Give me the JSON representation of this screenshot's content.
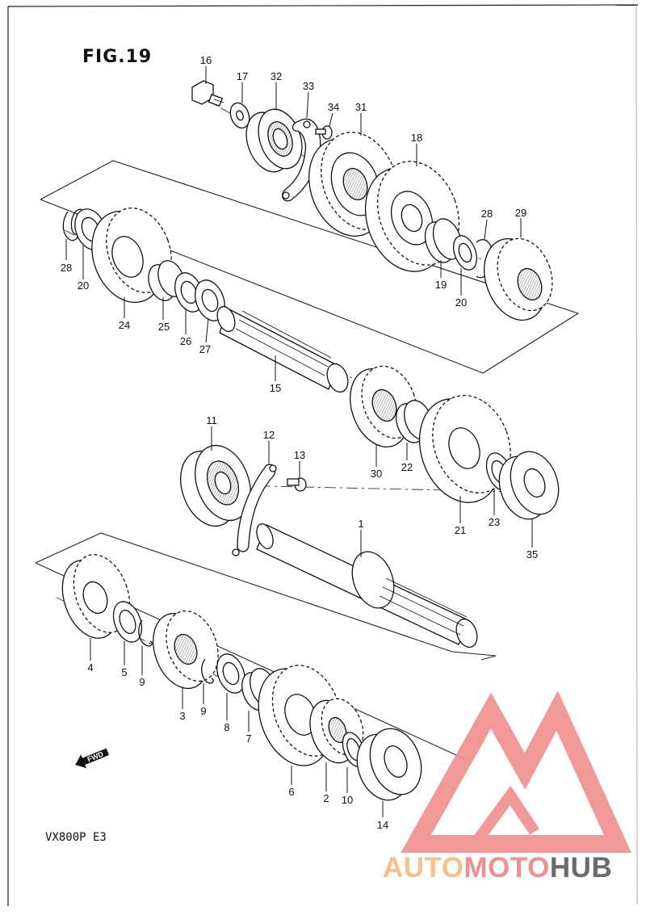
{
  "figure": {
    "title": "FIG.19",
    "model_code": "VX800P  E3",
    "fwd_label": "FWD"
  },
  "watermark": {
    "part1": "AUTO",
    "part2": "MOTO",
    "part3": "HUB",
    "colors": {
      "light": "#f5c08a",
      "red": "#f08f8f",
      "gray": "#6b6b6b"
    }
  },
  "callouts": [
    {
      "id": "c16",
      "text": "16"
    },
    {
      "id": "c17",
      "text": "17"
    },
    {
      "id": "c32",
      "text": "32"
    },
    {
      "id": "c33",
      "text": "33"
    },
    {
      "id": "c34",
      "text": "34"
    },
    {
      "id": "c31",
      "text": "31"
    },
    {
      "id": "c18",
      "text": "18"
    },
    {
      "id": "c28a",
      "text": "28"
    },
    {
      "id": "c29",
      "text": "29"
    },
    {
      "id": "c28b",
      "text": "28"
    },
    {
      "id": "c20a",
      "text": "20"
    },
    {
      "id": "c19",
      "text": "19"
    },
    {
      "id": "c20b",
      "text": "20"
    },
    {
      "id": "c24",
      "text": "24"
    },
    {
      "id": "c25",
      "text": "25"
    },
    {
      "id": "c26",
      "text": "26"
    },
    {
      "id": "c27",
      "text": "27"
    },
    {
      "id": "c15",
      "text": "15"
    },
    {
      "id": "c11",
      "text": "11"
    },
    {
      "id": "c12",
      "text": "12"
    },
    {
      "id": "c13",
      "text": "13"
    },
    {
      "id": "c30",
      "text": "30"
    },
    {
      "id": "c22",
      "text": "22"
    },
    {
      "id": "c21",
      "text": "21"
    },
    {
      "id": "c23",
      "text": "23"
    },
    {
      "id": "c35",
      "text": "35"
    },
    {
      "id": "c1",
      "text": "1"
    },
    {
      "id": "c4",
      "text": "4"
    },
    {
      "id": "c5",
      "text": "5"
    },
    {
      "id": "c9a",
      "text": "9"
    },
    {
      "id": "c3",
      "text": "3"
    },
    {
      "id": "c9b",
      "text": "9"
    },
    {
      "id": "c8",
      "text": "8"
    },
    {
      "id": "c7",
      "text": "7"
    },
    {
      "id": "c6",
      "text": "6"
    },
    {
      "id": "c2",
      "text": "2"
    },
    {
      "id": "c10",
      "text": "10"
    },
    {
      "id": "c14",
      "text": "14"
    }
  ]
}
